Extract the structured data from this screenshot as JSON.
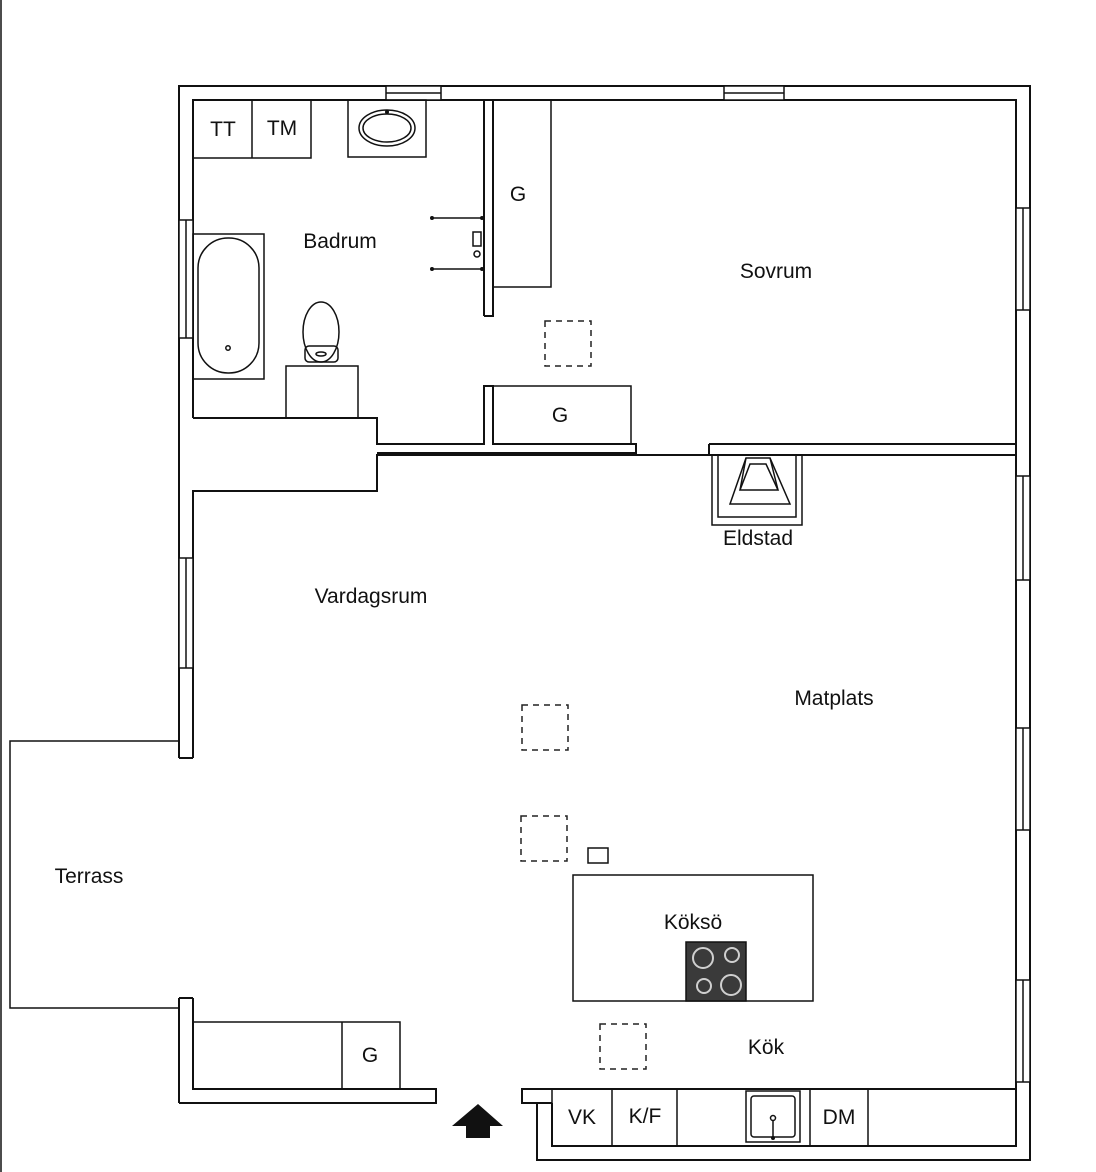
{
  "rooms": {
    "badrum": "Badrum",
    "sovrum": "Sovrum",
    "vardagsrum": "Vardagsrum",
    "matplats": "Matplats",
    "terrass": "Terrass",
    "kok": "Kök",
    "kokso": "Köksö",
    "eldstad": "Eldstad"
  },
  "fixtures": {
    "tt": "TT",
    "tm": "TM",
    "g_bath": "G",
    "g_hall": "G",
    "g_entry": "G",
    "vk": "VK",
    "kf": "K/F",
    "dm": "DM"
  },
  "icons": {
    "entrance": "entrance-arrow-icon",
    "stove": "stove-icon",
    "sink": "sink-icon",
    "toilet": "toilet-icon",
    "bathtub": "bathtub-icon"
  },
  "colors": {
    "walls": "#111111",
    "stove": "#3a3a3a"
  }
}
